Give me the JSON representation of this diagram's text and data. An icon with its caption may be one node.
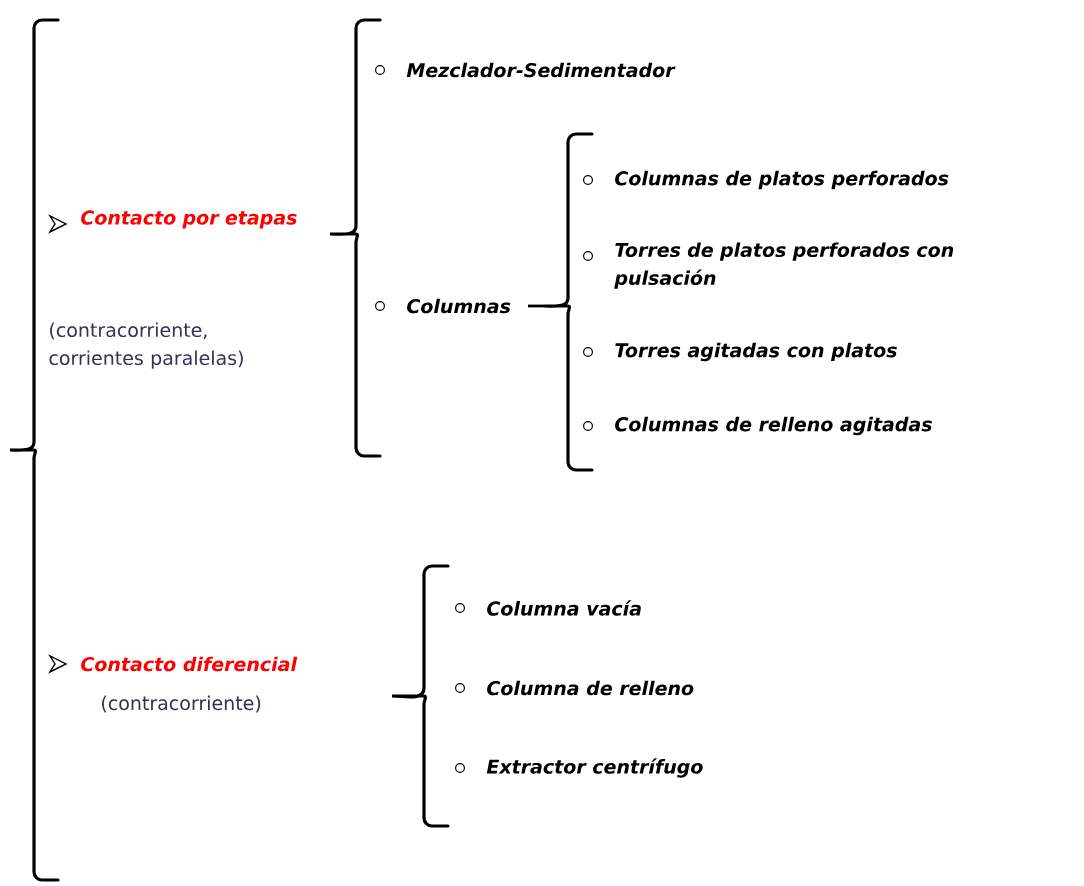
{
  "diagram": {
    "labels": [
      "Contacto por etapas",
      "(contracorriente, corrientes paralelas)",
      "Mezclador-Sedimentador",
      "Columnas",
      "Columnas de platos perforados",
      "Torres de platos perforados con pulsación",
      "Torres agitadas con platos",
      "Columnas de relleno agitadas",
      "Contacto diferencial",
      "(contracorriente)",
      "Columna vacía",
      "Columna de relleno",
      "Extractor centrífugo"
    ]
  }
}
